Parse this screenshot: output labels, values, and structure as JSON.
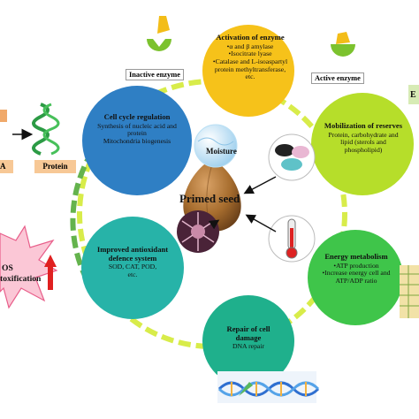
{
  "center": {
    "title": "Primed seed",
    "moisture_label": "Moisture"
  },
  "nodes": [
    {
      "id": "activation",
      "title": "Activation of enzyme",
      "lines": [
        "•α and β amylase",
        "•Isocitrate lyase",
        "•Catalase and L-isoaspartyl protein methyltransferase,",
        "etc."
      ],
      "color": "#f6c21a"
    },
    {
      "id": "mobilization",
      "title": "Mobilization of reserves",
      "lines": [
        "Protein, carbohydrate and lipid (sterols and phospholipid)"
      ],
      "color": "#b6de2a"
    },
    {
      "id": "energy",
      "title": "Energy metabolism",
      "lines": [
        "•ATP production",
        "•Increase energy cell and ATP/ADP ratio"
      ],
      "color": "#3fc54a"
    },
    {
      "id": "repair",
      "title": "Repair of cell damage",
      "lines": [
        "DNA repair"
      ],
      "color": "#1fb08c"
    },
    {
      "id": "defence",
      "title": "Improved antioxidant defence system",
      "lines": [
        "SOD, CAT, POD,",
        "etc."
      ],
      "color": "#27b3a8"
    },
    {
      "id": "cellcycle",
      "title": "Cell cycle regulation",
      "lines": [
        "Synthesis  of nucleic acid and protein",
        "Mitochondria biogenesis"
      ],
      "color": "#2f7fc4"
    }
  ],
  "labels": {
    "inactive_enzyme": "Inactive enzyme",
    "active_enzyme": "Active enzyme",
    "protein": "Protein",
    "a_fragment": "A",
    "ros_top": "OS",
    "ros_bottom": "toxification",
    "e_fragment": "E"
  },
  "colors": {
    "ring": "#d8ec4a",
    "ring_left": "#64b34d",
    "seed": "#a76d2e",
    "ros_star": "#fbc7d6",
    "ros_arrow": "#e02020",
    "enzyme_green": "#7cc22e",
    "enzyme_yellow": "#f3bd18"
  },
  "icons": [
    "enzyme-inactive-icon",
    "enzyme-active-icon",
    "dna-coil-icon",
    "thermometer-icon",
    "virus-cell-icon",
    "water-drop-icon",
    "seed-icon",
    "dna-helix-icon",
    "starburst-icon",
    "up-arrow-icon"
  ]
}
